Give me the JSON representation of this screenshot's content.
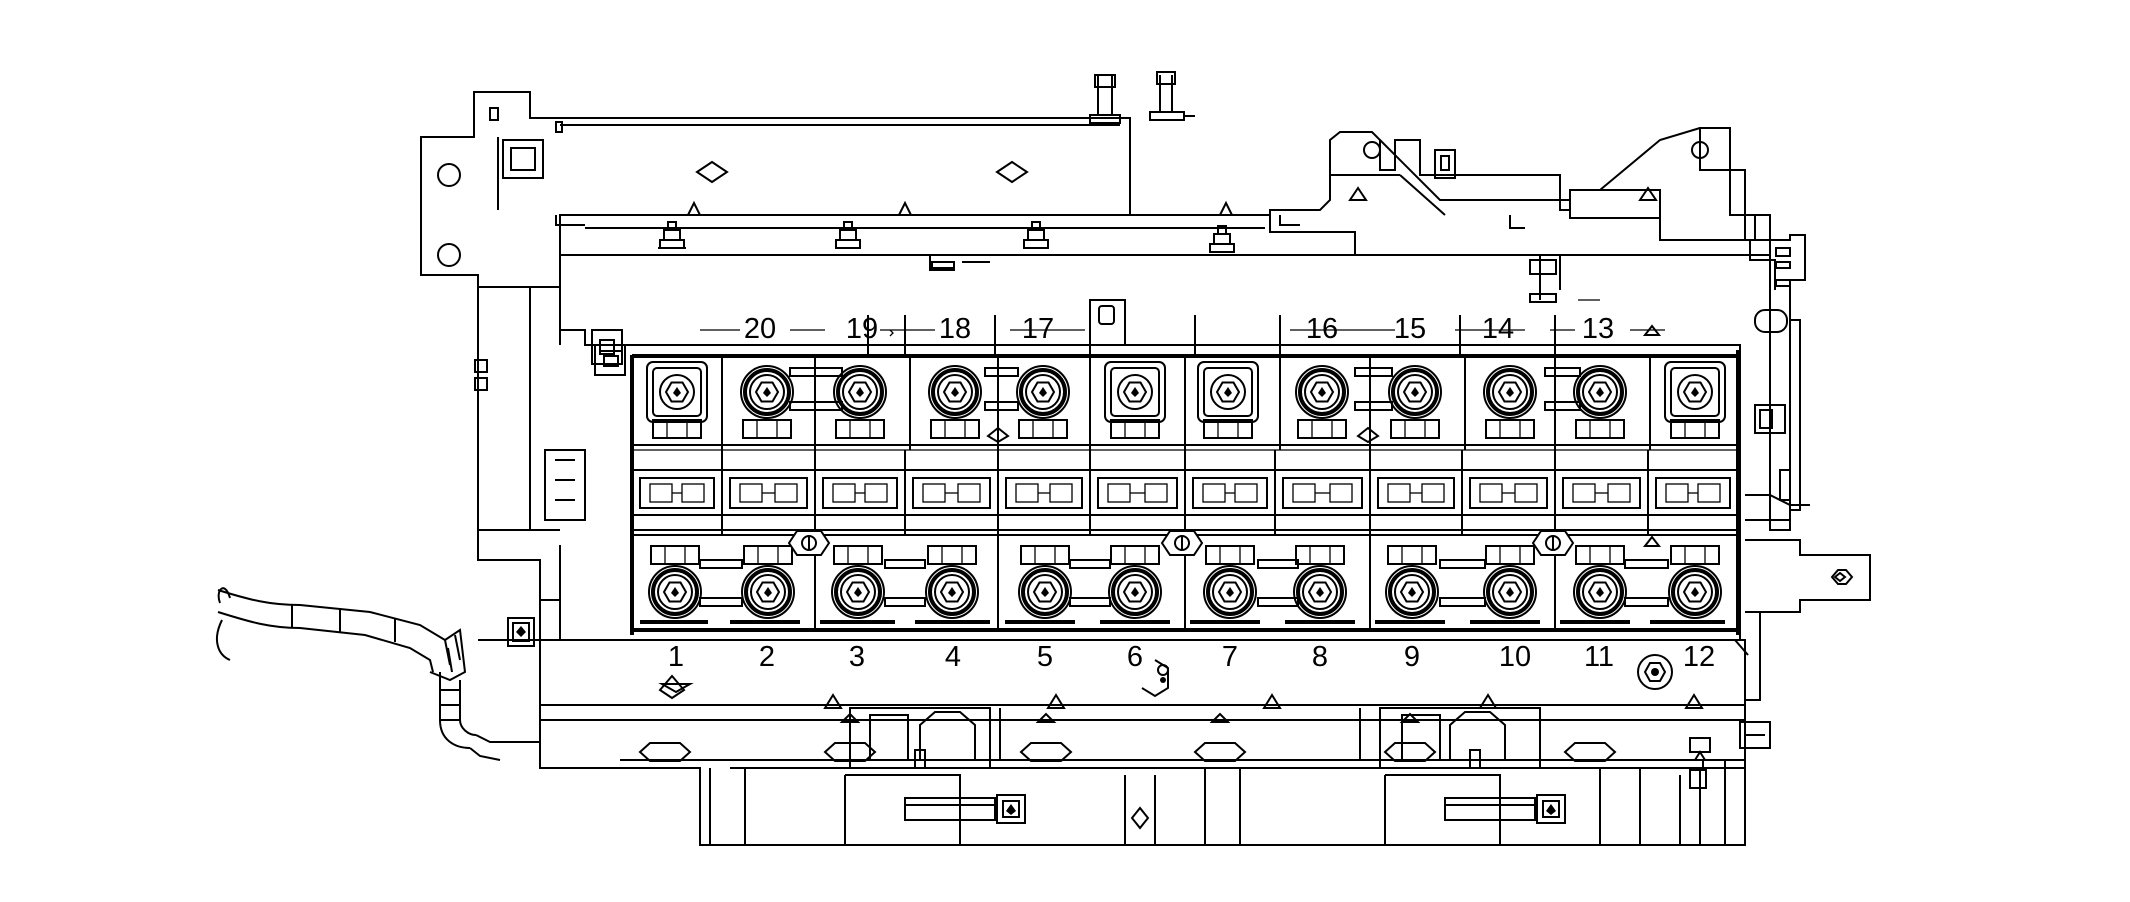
{
  "diagram": {
    "cell_labels_top": [
      "20",
      "19",
      "18",
      "17",
      "16",
      "15",
      "14",
      "13"
    ],
    "cell_labels_bottom": [
      "1",
      "2",
      "3",
      "4",
      "5",
      "6",
      "7",
      "8",
      "9",
      "10",
      "11",
      "12"
    ],
    "colors": {
      "line": "#000000",
      "background": "#ffffff"
    }
  }
}
